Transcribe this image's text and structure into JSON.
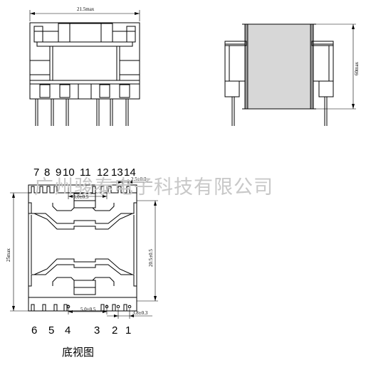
{
  "front_view": {
    "width_dim": "21.5max"
  },
  "side_view": {
    "height_dim": "60max"
  },
  "bottom_view": {
    "top_pin_labels": [
      "7",
      "8",
      "9",
      "10",
      "11",
      "12",
      "13",
      "14"
    ],
    "bottom_pin_labels": [
      "6",
      "5",
      "4",
      "3",
      "2",
      "1"
    ],
    "dim_left": "25max",
    "dim_right": "20.5±0.5",
    "dim_top_spacing": "2.5±0.3",
    "dim_top_center": "5.0±0.5",
    "dim_bottom_center": "5.0±0.5",
    "dim_bottom_right": "3.8±0.3",
    "caption": "底视图"
  },
  "watermark": "广州骏泰电子科技有限公司"
}
